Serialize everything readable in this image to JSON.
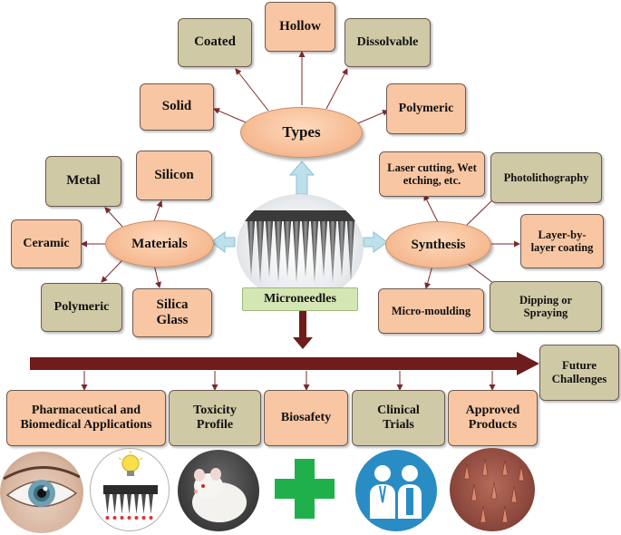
{
  "center": {
    "label": "Microneedles"
  },
  "types": {
    "hub": "Types",
    "items": [
      "Solid",
      "Coated",
      "Hollow",
      "Dissolvable",
      "Polymeric"
    ]
  },
  "materials": {
    "hub": "Materials",
    "items": [
      "Metal",
      "Silicon",
      "Ceramic",
      "Polymeric",
      "Silica Glass"
    ]
  },
  "synthesis": {
    "hub": "Synthesis",
    "items": [
      "Laser cutting, Wet etching, etc.",
      "Photolithography",
      "Layer-by-layer coating",
      "Dipping or Spraying",
      "Micro-moulding"
    ]
  },
  "timeline": {
    "stages": [
      "Pharmaceutical and Biomedical Applications",
      "Toxicity Profile",
      "Biosafety",
      "Clinical Trials",
      "Approved Products"
    ],
    "end": "Future Challenges"
  },
  "colors": {
    "peach": "#f8c6a2",
    "olive": "#cfc9a6",
    "arrow": "#6e1c1c",
    "cross": "#1fb04c",
    "clinical": "#2a8cc4"
  }
}
